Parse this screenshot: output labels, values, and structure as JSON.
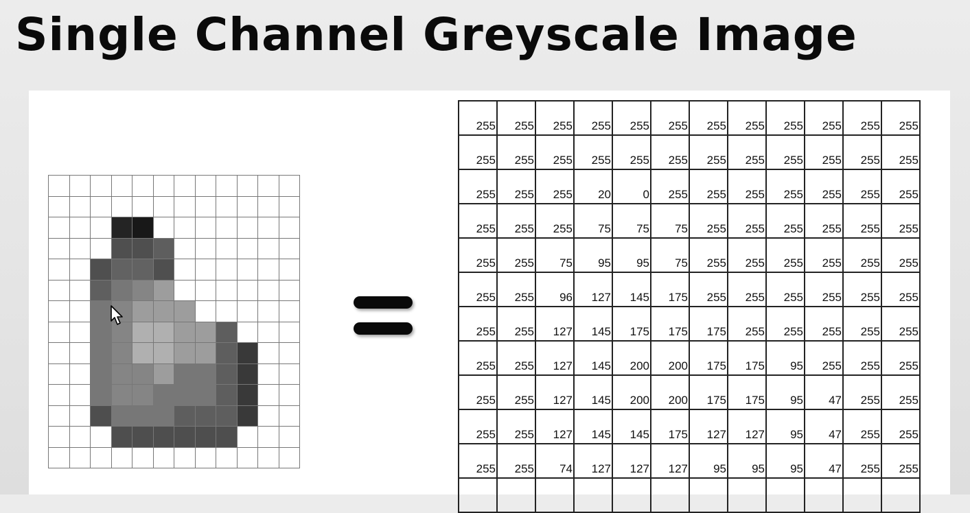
{
  "title": "Single Channel Greyscale Image",
  "equals_symbol": "=",
  "pixel_grid": {
    "rows": 14,
    "cols": 12,
    "shading": [
      [
        255,
        255,
        255,
        255,
        255,
        255,
        255,
        255,
        255,
        255,
        255,
        255
      ],
      [
        255,
        255,
        255,
        255,
        255,
        255,
        255,
        255,
        255,
        255,
        255,
        255
      ],
      [
        255,
        255,
        255,
        20,
        5,
        255,
        255,
        255,
        255,
        255,
        255,
        255
      ],
      [
        255,
        255,
        255,
        75,
        75,
        95,
        255,
        255,
        255,
        255,
        255,
        255
      ],
      [
        255,
        255,
        75,
        100,
        100,
        75,
        255,
        255,
        255,
        255,
        255,
        255
      ],
      [
        255,
        255,
        96,
        127,
        145,
        175,
        255,
        255,
        255,
        255,
        255,
        255
      ],
      [
        255,
        255,
        127,
        145,
        175,
        175,
        175,
        255,
        255,
        255,
        255,
        255
      ],
      [
        255,
        255,
        127,
        145,
        200,
        200,
        175,
        175,
        95,
        255,
        255,
        255
      ],
      [
        255,
        255,
        127,
        145,
        200,
        200,
        175,
        175,
        95,
        47,
        255,
        255
      ],
      [
        255,
        255,
        127,
        145,
        145,
        175,
        127,
        127,
        95,
        47,
        255,
        255
      ],
      [
        255,
        255,
        127,
        145,
        145,
        127,
        127,
        127,
        95,
        47,
        255,
        255
      ],
      [
        255,
        255,
        74,
        127,
        127,
        127,
        95,
        95,
        95,
        47,
        255,
        255
      ],
      [
        255,
        255,
        255,
        74,
        74,
        74,
        74,
        74,
        74,
        255,
        255,
        255
      ],
      [
        255,
        255,
        255,
        255,
        255,
        255,
        255,
        255,
        255,
        255,
        255,
        255
      ]
    ]
  },
  "matrix": [
    [
      "255",
      "255",
      "255",
      "255",
      "255",
      "255",
      "255",
      "255",
      "255",
      "255",
      "255",
      "255"
    ],
    [
      "255",
      "255",
      "255",
      "255",
      "255",
      "255",
      "255",
      "255",
      "255",
      "255",
      "255",
      "255"
    ],
    [
      "255",
      "255",
      "255",
      "20",
      "0",
      "255",
      "255",
      "255",
      "255",
      "255",
      "255",
      "255"
    ],
    [
      "255",
      "255",
      "255",
      "75",
      "75",
      "75",
      "255",
      "255",
      "255",
      "255",
      "255",
      "255"
    ],
    [
      "255",
      "255",
      "75",
      "95",
      "95",
      "75",
      "255",
      "255",
      "255",
      "255",
      "255",
      "255"
    ],
    [
      "255",
      "255",
      "96",
      "127",
      "145",
      "175",
      "255",
      "255",
      "255",
      "255",
      "255",
      "255"
    ],
    [
      "255",
      "255",
      "127",
      "145",
      "175",
      "175",
      "175",
      "255",
      "255",
      "255",
      "255",
      "255"
    ],
    [
      "255",
      "255",
      "127",
      "145",
      "200",
      "200",
      "175",
      "175",
      "95",
      "255",
      "255",
      "255"
    ],
    [
      "255",
      "255",
      "127",
      "145",
      "200",
      "200",
      "175",
      "175",
      "95",
      "47",
      "255",
      "255"
    ],
    [
      "255",
      "255",
      "127",
      "145",
      "145",
      "175",
      "127",
      "127",
      "95",
      "47",
      "255",
      "255"
    ],
    [
      "255",
      "255",
      "74",
      "127",
      "127",
      "127",
      "95",
      "95",
      "95",
      "47",
      "255",
      "255"
    ],
    [
      "",
      "",
      "",
      "",
      "",
      "",
      "",
      "",
      "",
      "",
      "",
      ""
    ]
  ],
  "icons": {
    "cursor": "mouse-pointer-icon"
  }
}
